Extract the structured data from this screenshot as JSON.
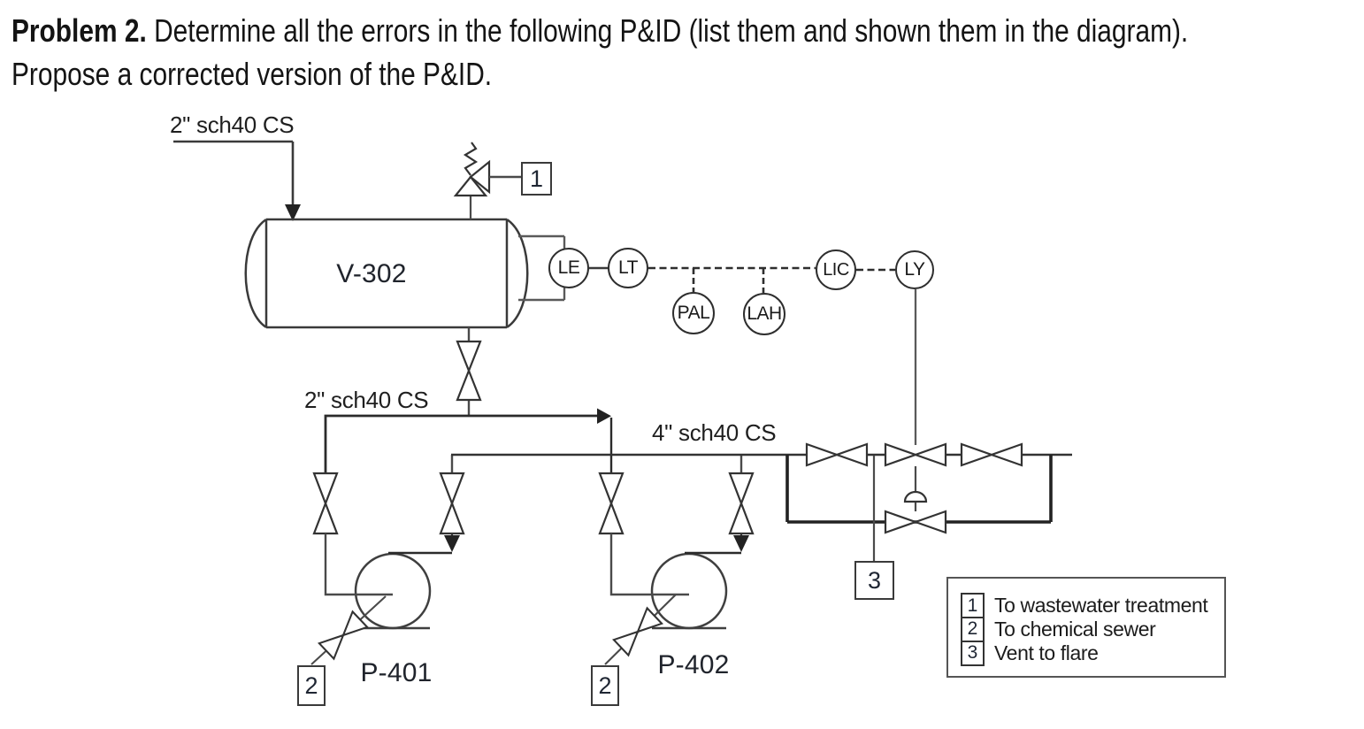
{
  "title": {
    "lead": "Problem 2.",
    "rest": " Determine all the errors in the following P&ID (list them and shown them in the diagram).",
    "line2": "Propose a corrected version of the P&ID."
  },
  "pipes": {
    "feed_spec": "2\" sch40 CS",
    "suction_spec": "2\" sch40 CS",
    "header_spec": "4\" sch40 CS"
  },
  "equipment": {
    "vessel_tag": "V-302",
    "pump_a_tag": "P-401",
    "pump_b_tag": "P-402"
  },
  "instruments": {
    "level_element": "LE",
    "level_transmitter": "LT",
    "pressure_alarm_low": "PAL",
    "level_alarm_high": "LAH",
    "level_controller": "LIC",
    "level_relay": "LY"
  },
  "connectors": {
    "relief_outlet": "1",
    "pump_a_drain": "2",
    "pump_b_drain": "2",
    "vent": "3"
  },
  "legend": {
    "items": [
      {
        "key": "1",
        "label": "To wastewater treatment"
      },
      {
        "key": "2",
        "label": "To chemical sewer"
      },
      {
        "key": "3",
        "label": "Vent to flare"
      }
    ]
  }
}
